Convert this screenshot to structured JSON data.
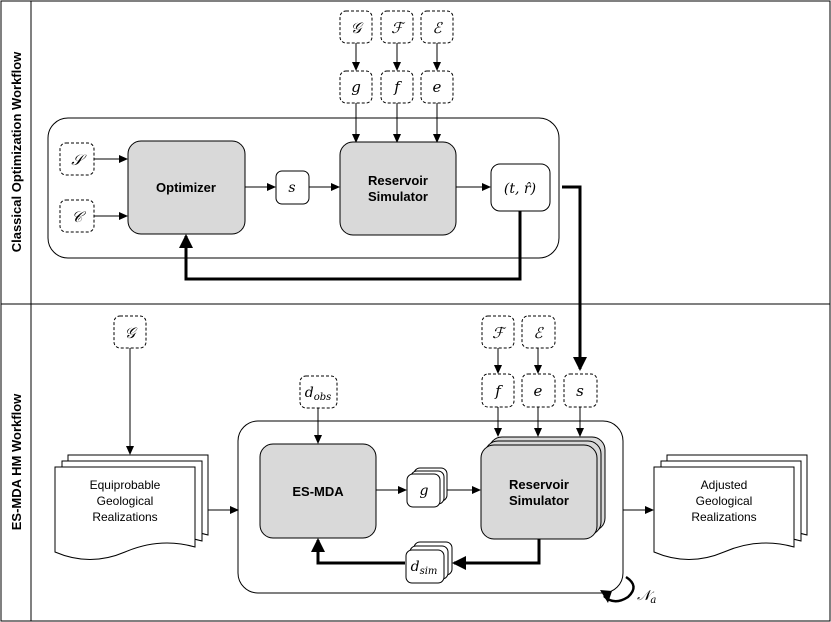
{
  "panels": {
    "top_label": "Classical Optimization Workflow",
    "bottom_label": "ES-MDA HM Workflow"
  },
  "top": {
    "inputs": {
      "G": "𝒢",
      "F": "ℱ",
      "E": "ℰ",
      "g": "g",
      "f": "f",
      "e": "e",
      "S": "𝒮",
      "C": "𝒞"
    },
    "optimizer": "Optimizer",
    "s": "s",
    "simulator": [
      "Reservoir",
      "Simulator"
    ],
    "output": "(t, r̂)"
  },
  "bottom": {
    "inputs": {
      "G": "𝒢",
      "F": "ℱ",
      "E": "ℰ",
      "f": "f",
      "e": "e",
      "s": "s"
    },
    "d_obs": {
      "base": "d",
      "sub": "obs"
    },
    "equiprobable": [
      "Equiprobable",
      "Geological",
      "Realizations"
    ],
    "esmda": "ES-MDA",
    "g": "g",
    "simulator": [
      "Reservoir",
      "Simulator"
    ],
    "d_sim": {
      "base": "d",
      "sub": "sim"
    },
    "adjusted": [
      "Adjusted",
      "Geological",
      "Realizations"
    ],
    "loop": {
      "base": "𝒩",
      "sub": "a"
    }
  }
}
